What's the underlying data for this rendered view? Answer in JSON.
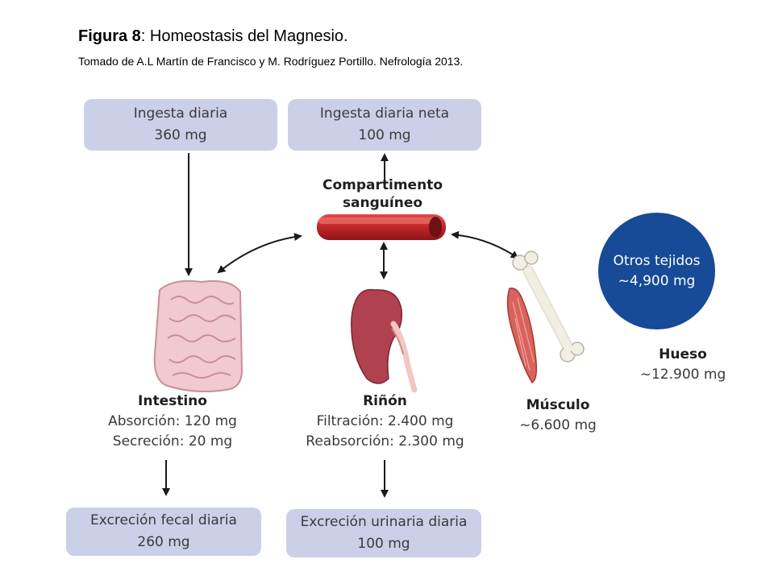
{
  "caption": {
    "figure_label": "Figura 8",
    "figure_title": ": Homeostasis del Magnesio.",
    "source": "Tomado de A.L Martín de Francisco y M. Rodríguez Portillo. Nefrología 2013."
  },
  "boxes": {
    "daily_intake": {
      "line1": "Ingesta diaria",
      "line2": "360 mg"
    },
    "net_intake": {
      "line1": "Ingesta diaria neta",
      "line2": "100 mg"
    },
    "fecal_excretion": {
      "line1": "Excreción fecal diaria",
      "line2": "260 mg"
    },
    "urinary_excretion": {
      "line1": "Excreción urinaria diaria",
      "line2": "100 mg"
    }
  },
  "blood": {
    "line1": "Compartimento",
    "line2": "sanguíneo"
  },
  "intestine": {
    "title": "Intestino",
    "line1": "Absorción: 120 mg",
    "line2": "Secreción: 20 mg"
  },
  "kidney": {
    "title": "Riñón",
    "line1": "Filtración: 2.400 mg",
    "line2": "Reabsorción: 2.300 mg"
  },
  "muscle": {
    "title": "Músculo",
    "line1": "~6.600 mg"
  },
  "bone": {
    "title": "Hueso",
    "line1": "~12.900 mg"
  },
  "other_tissues": {
    "line1": "Otros tejidos",
    "line2": "~4,900 mg"
  },
  "colors": {
    "box": "#cbd0e8",
    "circle": "#174a97",
    "vessel": "#c0262b",
    "intestine": "#f1c9d0",
    "kidney": "#b0424f"
  }
}
